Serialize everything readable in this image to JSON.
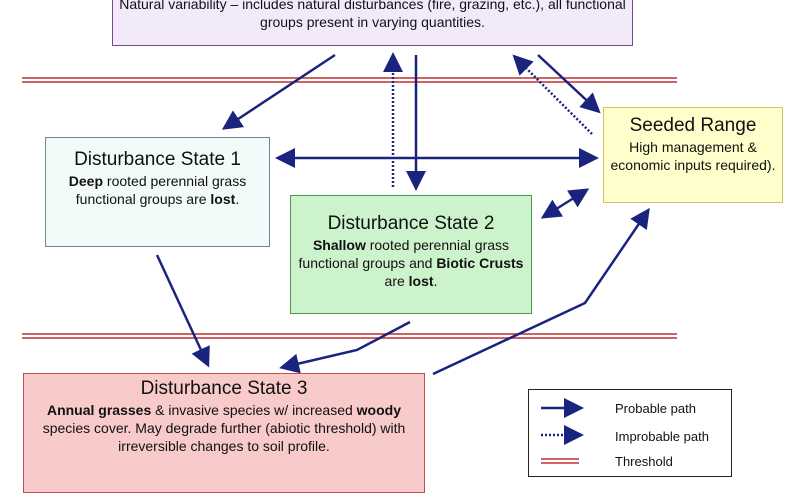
{
  "reference": {
    "text": "Natural variability – includes natural disturbances (fire, grazing, etc.), all functional groups present in varying quantities."
  },
  "ds1": {
    "title": "Disturbance State 1",
    "b1": "Deep",
    "t1": " rooted perennial grass functional groups are ",
    "b2": "lost",
    "t2": "."
  },
  "ds2": {
    "title": "Disturbance State 2",
    "b1": "Shallow",
    "t1": " rooted perennial grass functional groups and ",
    "b2": "Biotic Crusts",
    "t2": " are ",
    "b3": "lost",
    "t3": "."
  },
  "seeded": {
    "title": "Seeded Range",
    "text": "High management & economic inputs required)."
  },
  "ds3": {
    "title": "Disturbance State 3",
    "b1": "Annual grasses",
    "t1": " & invasive species w/ increased ",
    "b2": "woody",
    "t2": " species cover.  May degrade further (abiotic threshold) with irreversible changes to soil profile."
  },
  "legend": {
    "probable": "Probable path",
    "improbable": "Improbable path",
    "threshold": "Threshold"
  },
  "colors": {
    "arrow": "#1a237e",
    "threshold": "#c03030"
  }
}
